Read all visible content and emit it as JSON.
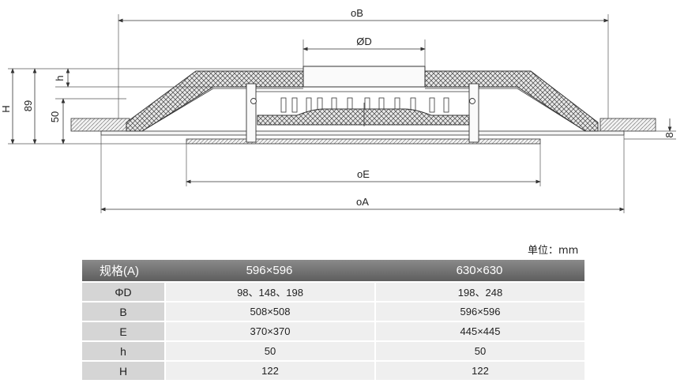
{
  "drawing": {
    "labels": {
      "B": "oB",
      "D": "ØD",
      "E": "oE",
      "A": "oA",
      "h": "h",
      "H": "H",
      "d89": "89",
      "d50": "50",
      "d8": "8"
    }
  },
  "unit_label": "单位：mm",
  "table": {
    "header": [
      "规格(A)",
      "596×596",
      "630×630"
    ],
    "rows": [
      {
        "label": "ΦD",
        "c1": "98、148、198",
        "c2": "198、248"
      },
      {
        "label": "B",
        "c1": "508×508",
        "c2": "596×596"
      },
      {
        "label": "E",
        "c1": "370×370",
        "c2": "445×445"
      },
      {
        "label": "h",
        "c1": "50",
        "c2": "50"
      },
      {
        "label": "H",
        "c1": "122",
        "c2": "122"
      }
    ]
  },
  "colors": {
    "line": "#333333",
    "hatch": "#555555",
    "header_bg": "#6e6e6e",
    "label_cell": "#d5d5d5",
    "value_cell": "#efefef"
  }
}
